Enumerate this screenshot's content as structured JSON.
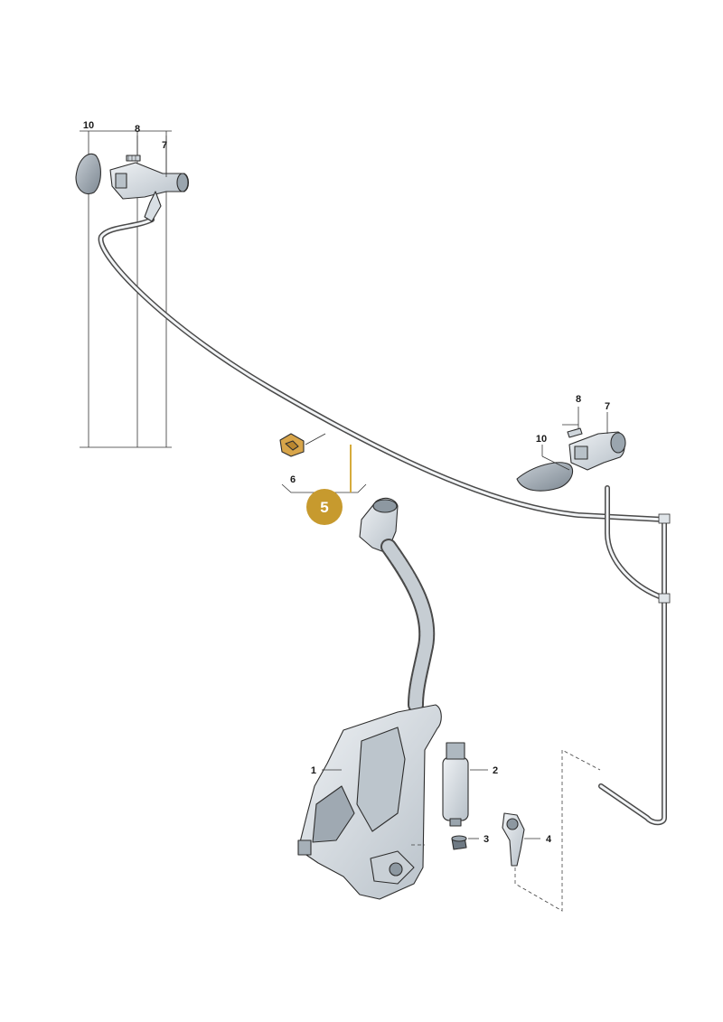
{
  "group": {
    "number": "5",
    "badge_color": "#c79a2e"
  },
  "callouts": {
    "left_nozzle_cap": "10",
    "left_screw": "8",
    "left_nozzle": "7",
    "clip": "6",
    "right_screw": "8",
    "right_nozzle": "7",
    "right_nozzle_cap": "10",
    "reservoir": "1",
    "pump": "2",
    "grommet": "3",
    "connector": "4"
  },
  "icons": {
    "reservoir": "washer-fluid-reservoir-icon",
    "pump": "washer-pump-icon",
    "nozzle": "washer-nozzle-icon"
  },
  "colors": {
    "part_fill": "#dde3e8",
    "part_shade": "#a9b3bc",
    "line": "#333333"
  }
}
